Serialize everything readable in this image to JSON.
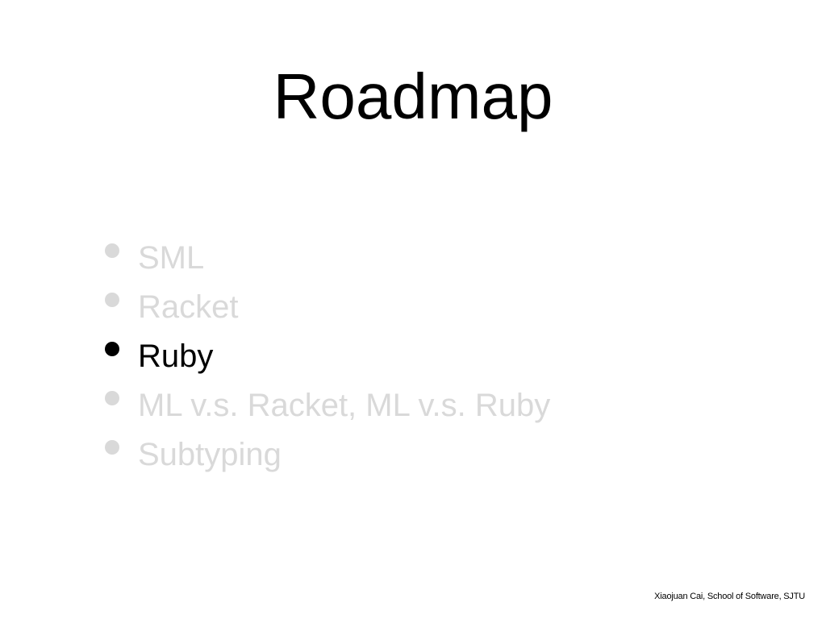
{
  "slide": {
    "title": "Roadmap",
    "bullets": [
      {
        "label": "SML",
        "active": false
      },
      {
        "label": "Racket",
        "active": false
      },
      {
        "label": "Ruby",
        "active": true
      },
      {
        "label": "ML v.s. Racket, ML v.s. Ruby",
        "active": false
      },
      {
        "label": "Subtyping",
        "active": false
      }
    ],
    "footer": "Xiaojuan Cai, School of Software, SJTU"
  },
  "colors": {
    "active": "#000000",
    "dimmed": "#d9d9d9",
    "background": "#ffffff"
  }
}
